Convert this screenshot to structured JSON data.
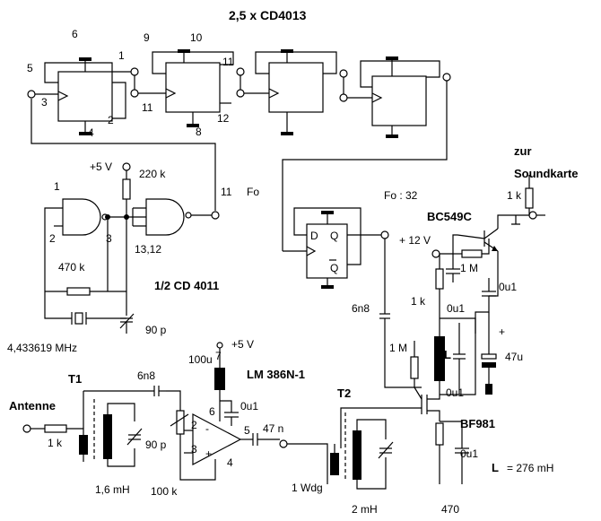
{
  "title": "2,5 x CD4013",
  "pins": {
    "ff1_6": "6",
    "ff1_1": "1",
    "ff1_5": "5",
    "ff1_3": "3",
    "ff1_2": "2",
    "ff1_4": "4",
    "ff2_9": "9",
    "ff2_10": "10",
    "ff2_11": "11",
    "ff2_11b": "11",
    "ff2_12": "12",
    "ff2_8": "8",
    "nand_1": "1",
    "nand_2": "2",
    "nand_3": "3",
    "nand_11": "11",
    "nand_1312": "13,12",
    "amp_7": "7",
    "amp_6": "6",
    "amp_2": "2",
    "amp_3": "3",
    "amp_4": "4",
    "amp_5": "5"
  },
  "labels": {
    "plus5v_top": "+5 V",
    "r220k": "220 k",
    "fo": "Fo",
    "r470k": "470 k",
    "cd4011": "1/2 CD 4011",
    "crystal": "4,433619 MHz",
    "c90p_osc": "90 p",
    "fo32": "Fo : 32",
    "d": "D",
    "q": "Q",
    "qbar": "Q",
    "zur": "zur",
    "soundkarte": "Soundkarte",
    "r1k_out": "1 k",
    "bc549c": "BC549C",
    "plus12v": "+ 12 V",
    "r1m_top": "1 M",
    "r1k_mid": "1 k",
    "c0u1_a": "0u1",
    "c0u1_b": "0u1",
    "c6n8_right": "6n8",
    "r1m_gate": "1 M",
    "l_coil": "L",
    "plus_sign": "+",
    "c47u": "47u",
    "c0u1_c": "0u1",
    "plus5v_amp": "+5 V",
    "c100u": "100u",
    "lm386": "LM 386N-1",
    "c0u1_amp": "0u1",
    "t1": "T1",
    "c6n8_left": "6n8",
    "antenne": "Antenne",
    "r1k_ant": "1 k",
    "c90p_t1": "90 p",
    "l16mh": "1,6 mH",
    "r100k": "100 k",
    "minus": "-",
    "plus": "+",
    "c47n": "47 n",
    "t2": "T2",
    "wdg": "1 Wdg",
    "l2mh": "2 mH",
    "bf981": "BF981",
    "c0u1_src": "0u1",
    "l_value": "L",
    "l_eq": "= 276 mH",
    "r470": "470"
  }
}
